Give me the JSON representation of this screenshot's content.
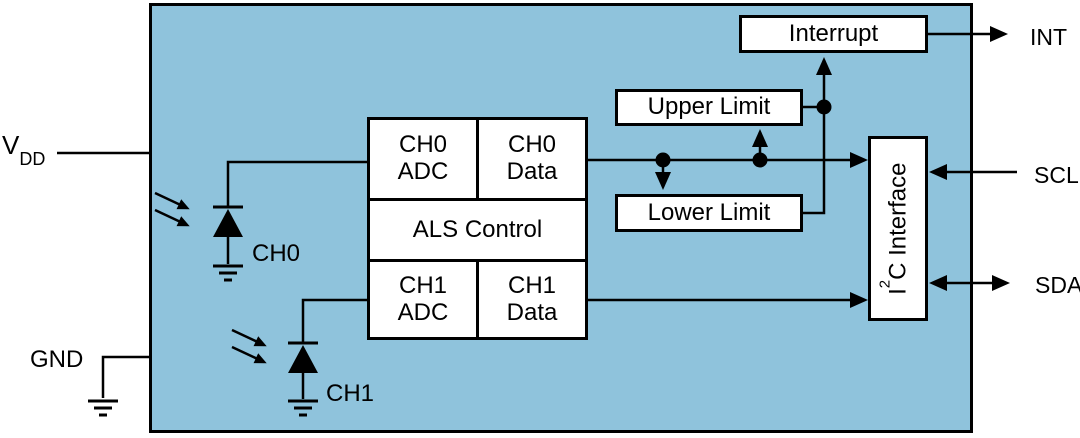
{
  "colors": {
    "chip_fill": "#8FC3DC",
    "block_fill": "#FFFFFF",
    "line_color": "#000000"
  },
  "pins": {
    "vdd_base": "V",
    "vdd_sub": "DD",
    "gnd": "GND",
    "int": "INT",
    "scl": "SCL",
    "sda": "SDA"
  },
  "photodiodes": {
    "ch0_label": "CH0",
    "ch1_label": "CH1"
  },
  "blocks": {
    "ch0_adc_line1": "CH0",
    "ch0_adc_line2": "ADC",
    "ch0_data_line1": "CH0",
    "ch0_data_line2": "Data",
    "als_control": "ALS Control",
    "ch1_adc_line1": "CH1",
    "ch1_adc_line2": "ADC",
    "ch1_data_line1": "CH1",
    "ch1_data_line2": "Data",
    "upper_limit": "Upper Limit",
    "lower_limit": "Lower Limit",
    "interrupt": "Interrupt",
    "i2c_pre": "I",
    "i2c_sup": "2",
    "i2c_post": "C Interface"
  }
}
